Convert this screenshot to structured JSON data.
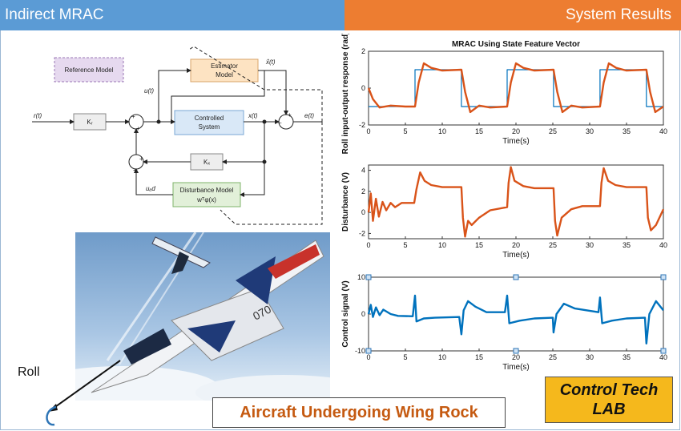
{
  "header": {
    "left_title": "Indirect MRAC",
    "right_title": "System Results"
  },
  "diagram": {
    "reference_model": "Reference Model",
    "estimator_model": [
      "Estimator",
      "Model"
    ],
    "controlled_system": [
      "Controlled",
      "System"
    ],
    "disturbance_model": [
      "Disturbance Model",
      "wᵀφ(x)"
    ],
    "kr": "Kᵣ",
    "kx": "Kₓ",
    "signals": {
      "r": "r(t)",
      "u": "u(t)",
      "x": "x(t)",
      "xhat": "x̂(t)",
      "e": "e(t)",
      "uad": "uₐd"
    },
    "plus": "+",
    "minus": "−"
  },
  "illustration": {
    "roll_label": "Roll",
    "tail_number": "070",
    "caption": "Aircraft Undergoing Wing Rock"
  },
  "brand": {
    "line1": "Control Tech",
    "line2": "LAB"
  },
  "colors": {
    "response": "#d95319",
    "reference": "#0072bd",
    "control": "#0072bd",
    "header_left": "#5b9bd5",
    "header_right": "#ed7d31"
  },
  "chart_data": [
    {
      "type": "line",
      "title": "MRAC Using State Feature Vector",
      "xlabel": "Time(s)",
      "ylabel": "Roll input-output response (rad)",
      "xlim": [
        0,
        40
      ],
      "ylim": [
        -2,
        2
      ],
      "xticks": [
        0,
        5,
        10,
        15,
        20,
        25,
        30,
        35,
        40
      ],
      "yticks": [
        -2,
        0,
        2
      ],
      "series": [
        {
          "role": "reference",
          "points": [
            [
              0,
              -1
            ],
            [
              6.3,
              -1
            ],
            [
              6.3,
              1
            ],
            [
              12.6,
              1
            ],
            [
              12.6,
              -1
            ],
            [
              18.8,
              -1
            ],
            [
              18.8,
              1
            ],
            [
              25.1,
              1
            ],
            [
              25.1,
              -1
            ],
            [
              31.4,
              -1
            ],
            [
              31.4,
              1
            ],
            [
              37.7,
              1
            ],
            [
              37.7,
              -1
            ],
            [
              40,
              -1
            ]
          ]
        },
        {
          "role": "response",
          "points": [
            [
              0,
              0
            ],
            [
              0.6,
              -0.6
            ],
            [
              1.5,
              -1.05
            ],
            [
              3,
              -0.95
            ],
            [
              5,
              -1
            ],
            [
              6.3,
              -1
            ],
            [
              6.8,
              0.3
            ],
            [
              7.5,
              1.35
            ],
            [
              8.5,
              1.1
            ],
            [
              10,
              0.95
            ],
            [
              12.6,
              1
            ],
            [
              13.1,
              -0.2
            ],
            [
              13.8,
              -1.3
            ],
            [
              15,
              -0.95
            ],
            [
              16.5,
              -1.05
            ],
            [
              18.8,
              -1
            ],
            [
              19.3,
              0.3
            ],
            [
              20,
              1.35
            ],
            [
              21,
              1.1
            ],
            [
              22.5,
              0.95
            ],
            [
              25.1,
              1
            ],
            [
              25.6,
              -0.2
            ],
            [
              26.3,
              -1.3
            ],
            [
              27.5,
              -0.95
            ],
            [
              29,
              -1.05
            ],
            [
              31.4,
              -1
            ],
            [
              31.9,
              0.3
            ],
            [
              32.6,
              1.35
            ],
            [
              33.6,
              1.1
            ],
            [
              35,
              0.95
            ],
            [
              37.7,
              1
            ],
            [
              38.2,
              -0.2
            ],
            [
              38.9,
              -1.3
            ],
            [
              40,
              -1
            ]
          ]
        }
      ]
    },
    {
      "type": "line",
      "xlabel": "Time(s)",
      "ylabel": "Disturbance (V)",
      "xlim": [
        0,
        40
      ],
      "ylim": [
        -2.5,
        4.5
      ],
      "xticks": [
        0,
        5,
        10,
        15,
        20,
        25,
        30,
        35,
        40
      ],
      "yticks": [
        -2,
        0,
        2,
        4
      ],
      "series": [
        {
          "role": "response",
          "points": [
            [
              0,
              0
            ],
            [
              0.3,
              1.8
            ],
            [
              0.6,
              -0.8
            ],
            [
              1,
              1.3
            ],
            [
              1.4,
              -0.4
            ],
            [
              1.9,
              1.0
            ],
            [
              2.4,
              0.2
            ],
            [
              3,
              0.9
            ],
            [
              3.6,
              0.5
            ],
            [
              4.5,
              0.9
            ],
            [
              6.2,
              0.9
            ],
            [
              6.5,
              2.2
            ],
            [
              7,
              3.8
            ],
            [
              7.6,
              3.0
            ],
            [
              8.5,
              2.6
            ],
            [
              10,
              2.4
            ],
            [
              12.6,
              2.4
            ],
            [
              12.8,
              -0.5
            ],
            [
              13.1,
              -2.3
            ],
            [
              13.5,
              -0.8
            ],
            [
              14,
              -1.2
            ],
            [
              15,
              -0.5
            ],
            [
              16.5,
              0.2
            ],
            [
              18.8,
              0.5
            ],
            [
              19,
              2.8
            ],
            [
              19.3,
              4.3
            ],
            [
              19.8,
              3.0
            ],
            [
              21,
              2.5
            ],
            [
              22.5,
              2.3
            ],
            [
              25.1,
              2.3
            ],
            [
              25.3,
              -0.8
            ],
            [
              25.6,
              -2.2
            ],
            [
              26.2,
              -0.5
            ],
            [
              27.5,
              0.3
            ],
            [
              29,
              0.6
            ],
            [
              31.4,
              0.6
            ],
            [
              31.6,
              2.8
            ],
            [
              31.9,
              4.2
            ],
            [
              32.5,
              3.0
            ],
            [
              33.5,
              2.6
            ],
            [
              35,
              2.4
            ],
            [
              37.7,
              2.4
            ],
            [
              37.9,
              -0.5
            ],
            [
              38.3,
              -1.7
            ],
            [
              39,
              -1.2
            ],
            [
              40,
              0.3
            ]
          ]
        }
      ]
    },
    {
      "type": "line",
      "xlabel": "Time(s)",
      "ylabel": "Control signal (V)",
      "xlim": [
        0,
        40
      ],
      "ylim": [
        -10,
        10
      ],
      "xticks": [
        0,
        5,
        10,
        15,
        20,
        25,
        30,
        35,
        40
      ],
      "yticks": [
        -10,
        0,
        10
      ],
      "series": [
        {
          "role": "control",
          "points": [
            [
              0,
              0
            ],
            [
              0.3,
              2.5
            ],
            [
              0.6,
              -0.8
            ],
            [
              1,
              1.8
            ],
            [
              1.5,
              -0.3
            ],
            [
              2,
              1.2
            ],
            [
              3,
              0
            ],
            [
              4,
              -0.5
            ],
            [
              6,
              -0.6
            ],
            [
              6.3,
              5
            ],
            [
              6.5,
              -2
            ],
            [
              7.5,
              -1.2
            ],
            [
              9,
              -1
            ],
            [
              12.3,
              -0.8
            ],
            [
              12.6,
              -5.5
            ],
            [
              12.9,
              1
            ],
            [
              13.5,
              3.5
            ],
            [
              14.5,
              2
            ],
            [
              16,
              0.5
            ],
            [
              18.5,
              0.5
            ],
            [
              18.8,
              5
            ],
            [
              19.1,
              -2.5
            ],
            [
              20.5,
              -1.8
            ],
            [
              22.5,
              -1.2
            ],
            [
              25,
              -1
            ],
            [
              25.1,
              -5
            ],
            [
              25.5,
              0
            ],
            [
              26.5,
              2.8
            ],
            [
              28,
              1.5
            ],
            [
              31.2,
              0.5
            ],
            [
              31.4,
              4.5
            ],
            [
              31.7,
              -2.5
            ],
            [
              33,
              -1.8
            ],
            [
              35,
              -1.2
            ],
            [
              37.5,
              -1
            ],
            [
              37.7,
              -8
            ],
            [
              38.1,
              0
            ],
            [
              39,
              3.5
            ],
            [
              40,
              1
            ]
          ]
        }
      ]
    }
  ]
}
